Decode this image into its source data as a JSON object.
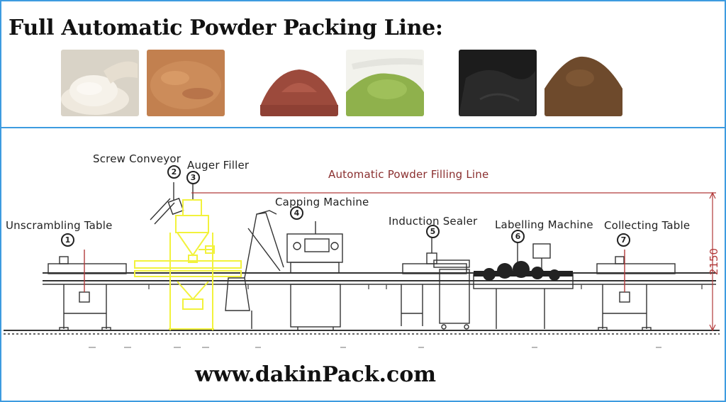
{
  "header": {
    "title": "Full Automatic Powder Packing Line:"
  },
  "powders": [
    {
      "name": "white-flour-powder-photo",
      "color": "#e8e2d6"
    },
    {
      "name": "tan-powder-photo",
      "color": "#c88656"
    },
    {
      "name": "cocoa-powder-photo",
      "color": "#9e4a3c"
    },
    {
      "name": "matcha-green-powder-photo",
      "color": "#8fb14c"
    },
    {
      "name": "black-powder-photo",
      "color": "#202020"
    },
    {
      "name": "brown-powder-photo",
      "color": "#6e4a2c"
    }
  ],
  "diagram": {
    "line_title": "Automatic Powder Filling Line",
    "height_dimension": "2150",
    "accent_color": "#f2f23c",
    "stations": [
      {
        "number": "1",
        "label": "Unscrambling Table"
      },
      {
        "number": "2",
        "label": "Screw Conveyor"
      },
      {
        "number": "3",
        "label": "Auger Filler"
      },
      {
        "number": "4",
        "label": "Capping Machine"
      },
      {
        "number": "5",
        "label": "Induction Sealer"
      },
      {
        "number": "6",
        "label": "Labelling Machine"
      },
      {
        "number": "7",
        "label": "Collecting Table"
      }
    ]
  },
  "footer": {
    "url": "www.dakinPack.com"
  }
}
